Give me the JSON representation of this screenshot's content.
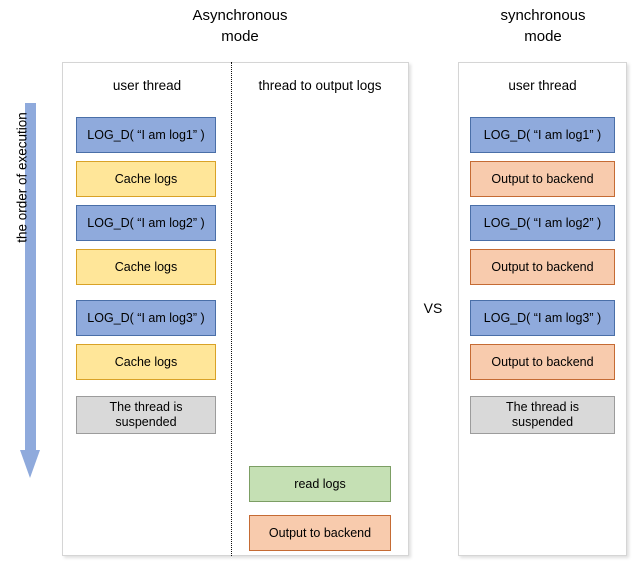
{
  "titles": {
    "async": "Asynchronous\nmode",
    "sync": "synchronous\nmode",
    "vs": "VS"
  },
  "axis": {
    "order_label": "the order of execution"
  },
  "lanes": {
    "async_user": "user thread",
    "async_output": "thread to output logs",
    "sync_user": "user thread"
  },
  "async": {
    "user_thread_steps": [
      {
        "label": "LOG_D( “I am log1” )",
        "color": "blue"
      },
      {
        "label": "Cache logs",
        "color": "yellow"
      },
      {
        "label": "LOG_D( “I am log2” )",
        "color": "blue"
      },
      {
        "label": "Cache logs",
        "color": "yellow"
      },
      {
        "label": "LOG_D( “I am log3” )",
        "color": "blue"
      },
      {
        "label": "Cache logs",
        "color": "yellow"
      },
      {
        "label": "The thread is\nsuspended",
        "color": "gray"
      }
    ],
    "output_thread_steps": [
      {
        "label": "read logs",
        "color": "green"
      },
      {
        "label": "Output to backend",
        "color": "orange"
      }
    ]
  },
  "sync": {
    "user_thread_steps": [
      {
        "label": "LOG_D( “I am log1” )",
        "color": "blue"
      },
      {
        "label": "Output to backend",
        "color": "orange"
      },
      {
        "label": "LOG_D( “I am log2” )",
        "color": "blue"
      },
      {
        "label": "Output to backend",
        "color": "orange"
      },
      {
        "label": "LOG_D( “I am log3” )",
        "color": "blue"
      },
      {
        "label": "Output to backend",
        "color": "orange"
      },
      {
        "label": "The thread is\nsuspended",
        "color": "gray"
      }
    ]
  },
  "colors": {
    "blue_fill": "#8faadc",
    "blue_border": "#4a6fa8",
    "yellow_fill": "#ffe699",
    "yellow_border": "#d9a227",
    "orange_fill": "#f8cbad",
    "orange_border": "#c56b34",
    "green_fill": "#c5e0b4",
    "green_border": "#7c9e64",
    "gray_fill": "#d9d9d9",
    "gray_border": "#9c9c9c",
    "arrow": "#8faadc",
    "panel_border": "#d5d5d5"
  }
}
